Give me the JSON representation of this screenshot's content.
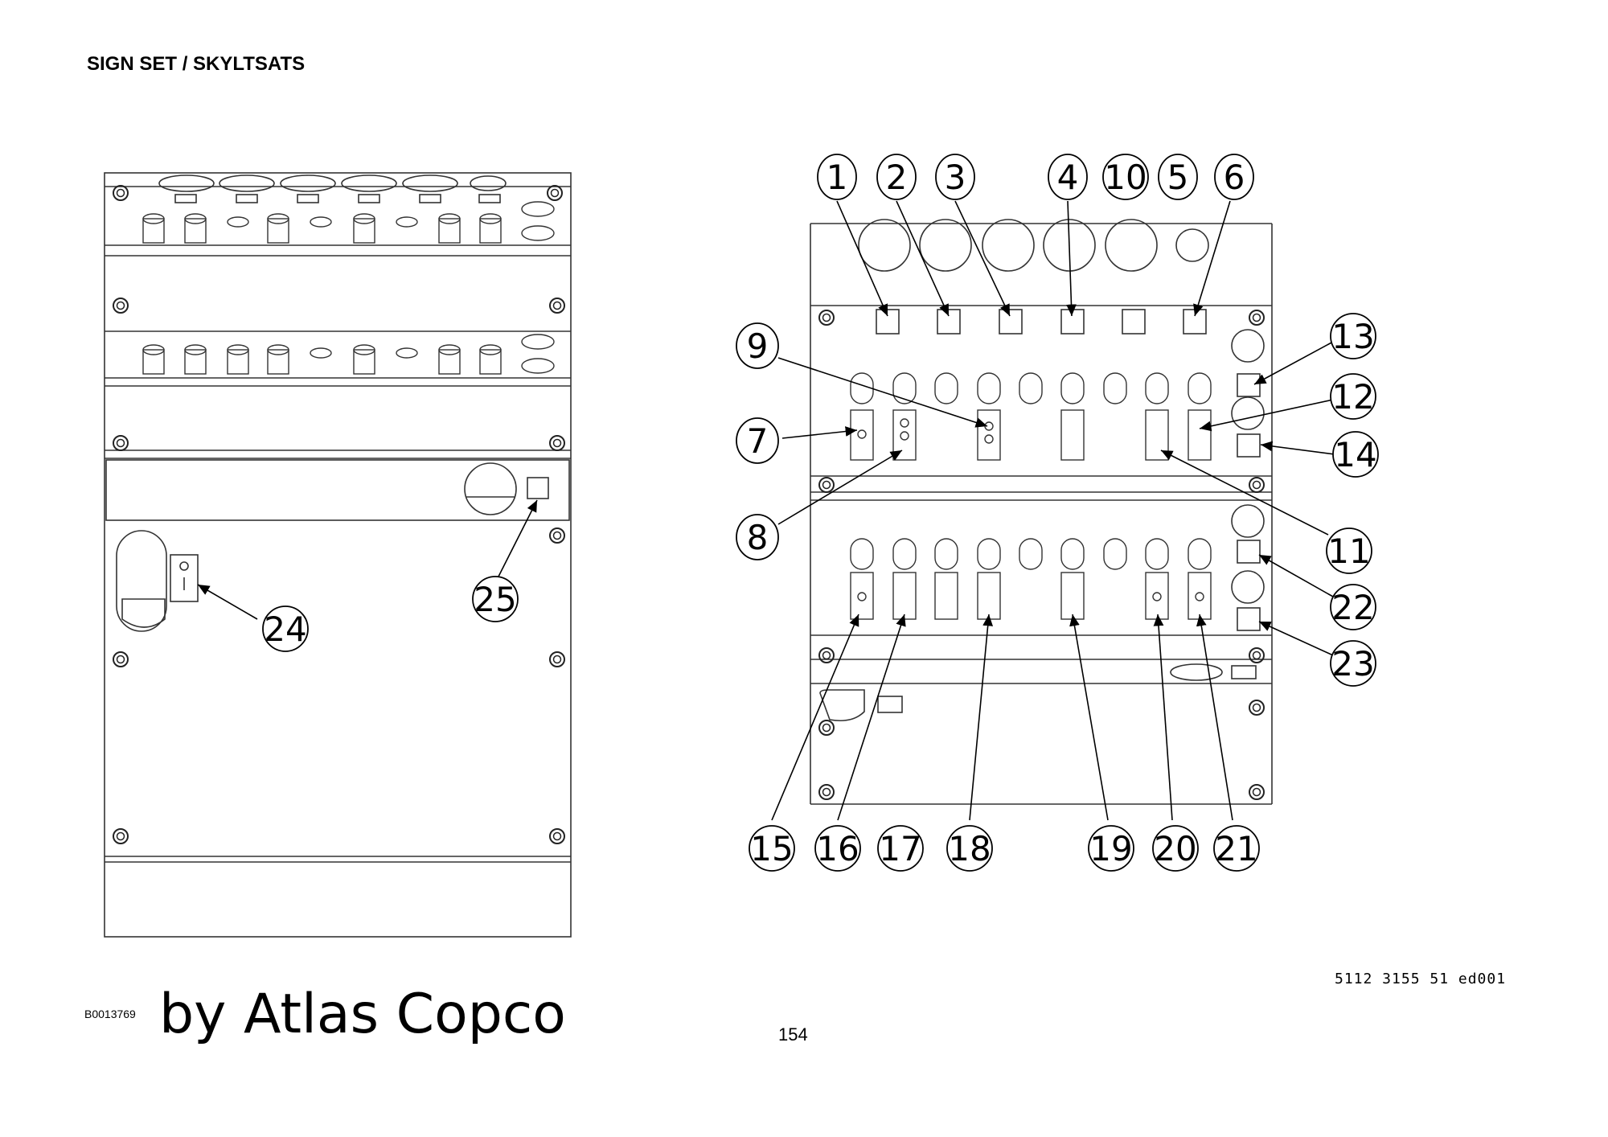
{
  "header": {
    "title": "SIGN SET / SKYLTSATS"
  },
  "footer": {
    "doc_code": "B0013769",
    "brand": "by Atlas Copco",
    "page_number": "154",
    "drawing_ref": "5112 3155 51 ed001"
  },
  "callouts": [
    "1",
    "2",
    "3",
    "4",
    "10",
    "5",
    "6",
    "9",
    "7",
    "8",
    "13",
    "12",
    "14",
    "11",
    "22",
    "23",
    "24",
    "25",
    "15",
    "16",
    "17",
    "18",
    "19",
    "20",
    "21"
  ]
}
